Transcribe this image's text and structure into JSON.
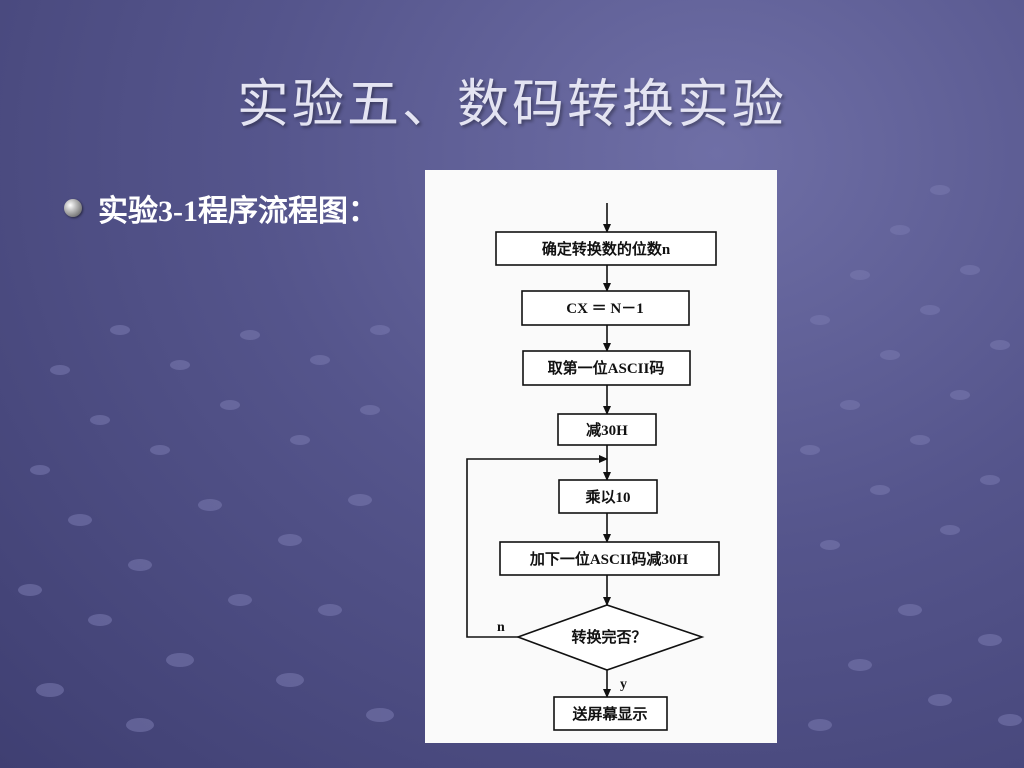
{
  "slide": {
    "title": "实验五、数码转换实验",
    "bullet_text": "实验3-1程序流程图："
  },
  "flowchart": {
    "steps": [
      "确定转换数的位数n",
      "CX ＝ N－1",
      "取第一位ASCII码",
      "减30H",
      "乘以10",
      "加下一位ASCII码减30H"
    ],
    "decision": "转换完否？",
    "no_label": "n",
    "yes_label": "y",
    "end_step": "送屏幕显示"
  }
}
